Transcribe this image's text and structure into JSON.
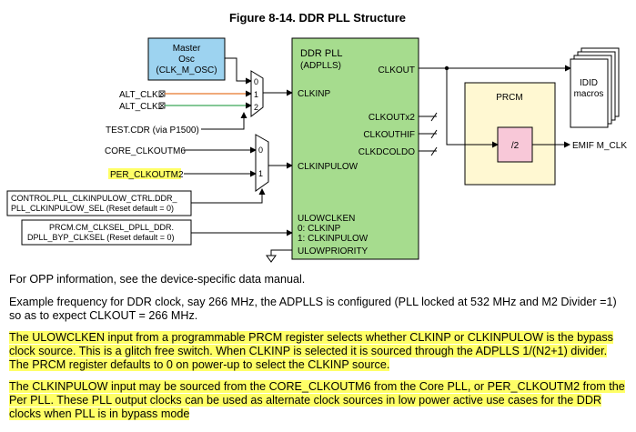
{
  "figure": {
    "title": "Figure 8-14. DDR PLL Structure"
  },
  "diagram": {
    "master_osc": [
      "Master",
      "Osc",
      "(CLK_M_OSC)"
    ],
    "alt_clk1": "ALT_CLK1",
    "alt_clk2": "ALT_CLK2",
    "test_cdr": "TEST.CDR (via P1500)",
    "core_clkoutm6": "CORE_CLKOUTM6",
    "per_clkoutm2": "PER_CLKOUTM2",
    "mux1_inputs": [
      "0",
      "1",
      "2"
    ],
    "mux2_inputs": [
      "0",
      "1"
    ],
    "control_reg": [
      "CONTROL.PLL_CLKINPULOW_CTRL.DDR_",
      "PLL_CLKINPULOW_SEL (Reset default = 0)"
    ],
    "prcm_reg": [
      "PRCM.CM_CLKSEL_DPLL_DDR.",
      "DPLL_BYP_CLKSEL (Reset default = 0)"
    ],
    "pll_title": [
      "DDR PLL",
      "(ADPLLS)"
    ],
    "clkinp": "CLKINP",
    "clkinpulow": "CLKINPULOW",
    "clkout": "CLKOUT",
    "clkoutx2": "CLKOUTx2",
    "clkouthif": "CLKOUTHIF",
    "clkdcoldo": "CLKDCOLDO",
    "ulowclken": [
      "ULOWCLKEN",
      "0: CLKINP",
      "1: CLKINPULOW"
    ],
    "ulowpriority": "ULOWPRIORITY",
    "prcm_block": "PRCM",
    "divider": "/2",
    "emif_clk": "EMIF M_CLK",
    "idid_macros": [
      "IDID",
      "macros"
    ],
    "colors": {
      "master_osc_fill": "#9dd3f0",
      "pll_fill": "#a6dc8e",
      "prcm_fill": "#fff8d2",
      "divider_fill": "#f8c8d8",
      "alt_clk1_line": "#e8782a",
      "alt_clk2_line": "#3aa858",
      "highlight": "#ffff66"
    }
  },
  "text": {
    "para1": "For OPP information, see the device-specific data manual.",
    "para2": "Example frequency for DDR clock, say 266 MHz, the ADPLLS is configured (PLL locked at 532 MHz and M2 Divider =1) so as to expect CLKOUT = 266 MHz.",
    "para3": "The ULOWCLKEN input from a programmable PRCM register selects whether CLKINP or CLKINPULOW is the bypass clock source. This is a glitch free switch. When CLKINP is selected it is sourced through the ADPLLS 1/(N2+1) divider. The PRCM register defaults to 0 on power-up to select the CLKINP source.",
    "para4": "The CLKINPULOW input may be sourced from the CORE_CLKOUTM6 from the Core PLL, or PER_CLKOUTM2 from the Per PLL. These PLL output clocks can be used as alternate clock sources in low power active use cases for the DDR clocks when PLL is in bypass mode"
  }
}
